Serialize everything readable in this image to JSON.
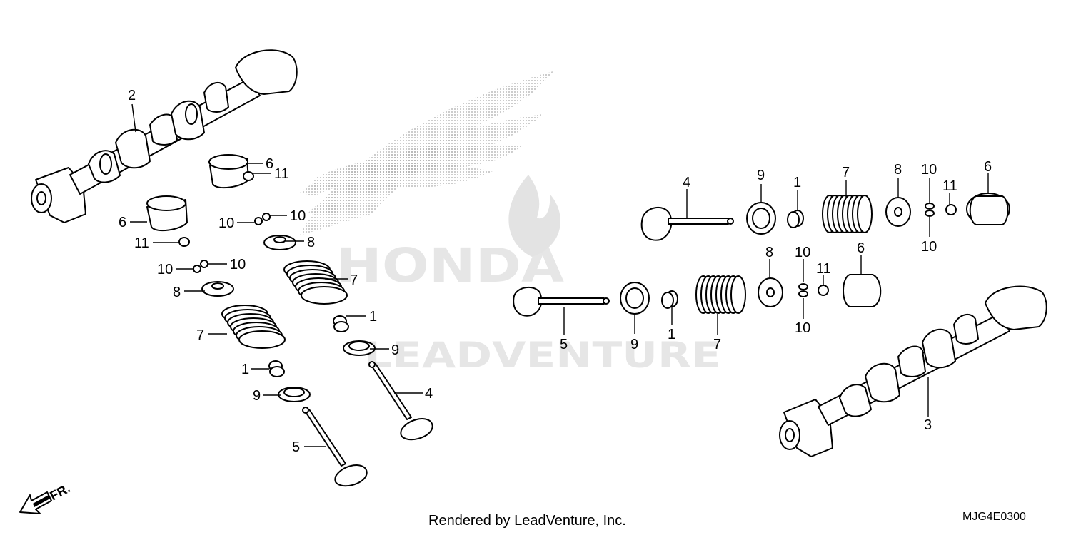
{
  "watermark": {
    "brand": "HONDA",
    "dealer": "LEADVENTURE"
  },
  "direction_marker": "FR.",
  "footer": {
    "credit": "Rendered by LeadVenture, Inc.",
    "diagram_code": "MJG4E0300"
  },
  "parts": [
    {
      "ref": "1",
      "kind": "valve-stem-seal"
    },
    {
      "ref": "2",
      "kind": "camshaft"
    },
    {
      "ref": "3",
      "kind": "camshaft"
    },
    {
      "ref": "4",
      "kind": "valve"
    },
    {
      "ref": "5",
      "kind": "valve"
    },
    {
      "ref": "6",
      "kind": "tappet-bucket"
    },
    {
      "ref": "7",
      "kind": "valve-spring"
    },
    {
      "ref": "8",
      "kind": "spring-retainer"
    },
    {
      "ref": "9",
      "kind": "spring-seat"
    },
    {
      "ref": "10",
      "kind": "valve-cotter"
    },
    {
      "ref": "11",
      "kind": "shim"
    }
  ],
  "callouts": [
    "2",
    "6",
    "11",
    "10",
    "10",
    "6",
    "11",
    "8",
    "10",
    "10",
    "7",
    "8",
    "7",
    "1",
    "9",
    "1",
    "9",
    "4",
    "5",
    "4",
    "9",
    "1",
    "7",
    "8",
    "10",
    "11",
    "6",
    "10",
    "5",
    "9",
    "1",
    "7",
    "8",
    "10",
    "11",
    "6",
    "10",
    "3"
  ]
}
